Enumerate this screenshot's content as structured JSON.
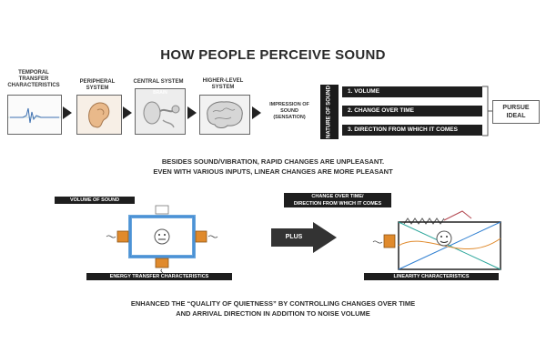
{
  "title": "HOW PEOPLE PERCEIVE SOUND",
  "flow": {
    "temporal_label": "TEMPORAL TRANSFER CHARACTERISTICS",
    "peripheral_label": "PERIPHERAL SYSTEM",
    "central_label": "CENTRAL SYSTEM",
    "central_sub": "BRAIN",
    "higher_label": "HIGHER-LEVEL SYSTEM",
    "impression_label": "IMPRESSION OF SOUND (SENSATION)"
  },
  "nature": {
    "label": "NATURE OF SOUND",
    "items": [
      "1. VOLUME",
      "2. CHANGE OVER TIME",
      "3. DIRECTION FROM WHICH IT COMES"
    ]
  },
  "pursue": "PURSUE IDEAL",
  "caption_top": {
    "line1": "BESIDES SOUND/VIBRATION, RAPID CHANGES ARE UNPLEASANT.",
    "line2": "EVEN WITH VARIOUS INPUTS, LINEAR CHANGES ARE MORE PLEASANT"
  },
  "lower": {
    "volume_tag": "VOLUME OF SOUND",
    "change_tag_line1": "CHANGE OVER TIME/",
    "change_tag_line2": "DIRECTION FROM WHICH IT COMES",
    "plus": "PLUS",
    "energy_tag": "ENERGY TRANSFER CHARACTERISTICS",
    "linearity_tag": "LINEARITY CHARACTERISTICS"
  },
  "caption_bottom": {
    "line1": "ENHANCED THE “QUALITY OF QUIETNESS” BY CONTROLLING CHANGES OVER TIME",
    "line2": "AND ARRIVAL DIRECTION IN ADDITION TO NOISE VOLUME"
  },
  "colors": {
    "dark": "#1e1e1e",
    "accent_orange": "#e08a2c",
    "accent_blue": "#2f7fd1",
    "accent_teal": "#2aa59a"
  }
}
